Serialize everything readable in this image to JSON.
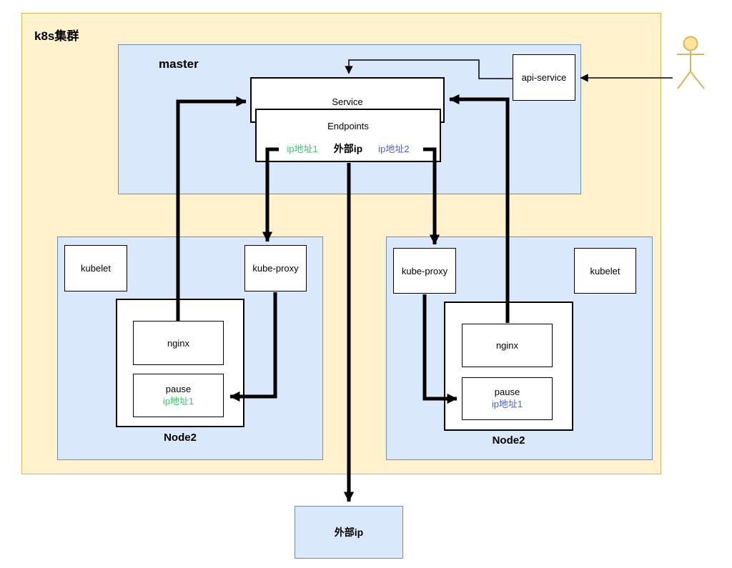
{
  "cluster": {
    "label": "k8s集群"
  },
  "master": {
    "label": "master"
  },
  "service": {
    "label": "Service"
  },
  "endpoints": {
    "label": "Endpoints",
    "ip1": "ip地址1",
    "external_ip": "外部ip",
    "ip2": "ip地址2"
  },
  "api_service": {
    "label": "api-service"
  },
  "left_node": {
    "label": "Node2",
    "kubelet": "kubelet",
    "kube_proxy": "kube-proxy",
    "nginx": "nginx",
    "pause": "pause",
    "pause_ip": "ip地址1"
  },
  "right_node": {
    "label": "Node2",
    "kubelet": "kubelet",
    "kube_proxy": "kube-proxy",
    "nginx": "nginx",
    "pause": "pause",
    "pause_ip": "ip地址1"
  },
  "external_ip_box": {
    "label": "外部ip"
  },
  "colors": {
    "cluster_fill": "#FFF2CC",
    "cluster_border": "#D6B656",
    "blue_fill": "#DAE8FC",
    "blue_border": "#6C8EBF",
    "green_text": "#33CC66",
    "blue_text": "#4D5CE6",
    "actor_stroke": "#D6B656",
    "actor_fill": "#FFE599",
    "line": "#000000"
  }
}
